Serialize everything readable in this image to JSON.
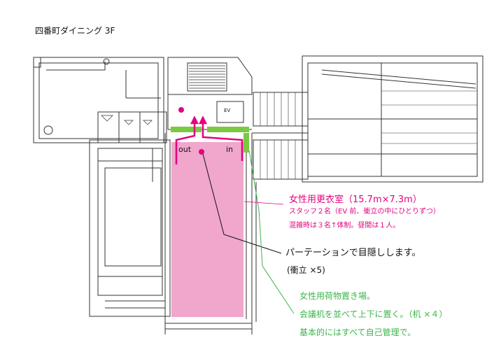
{
  "title": "四番町ダイニング 3F",
  "colors": {
    "room_fill": "#f1a6cb",
    "magenta": "#e4007f",
    "green": "#7ac943",
    "dark_green": "#3bb54a",
    "line": "#333333"
  },
  "plan": {
    "ev_label": "EV",
    "out_label": "out",
    "in_label": "in"
  },
  "annotations": {
    "room": {
      "title": "女性用更衣室（15.7m×7.3m）",
      "line1": "スタッフ２名（EV 前、衝立の中にひとりずつ）",
      "line2": "混雑時は３名↑体制。昼間は１人。"
    },
    "partition": {
      "line1": "パーテーションで目隠しします。",
      "line2": "(衝立 ×5)"
    },
    "luggage": {
      "line1": "女性用荷物置き場。",
      "line2": "会議机を並べて上下に置く。（机 ×４）",
      "line3": "基本的にはすべて自己管理で。"
    }
  }
}
